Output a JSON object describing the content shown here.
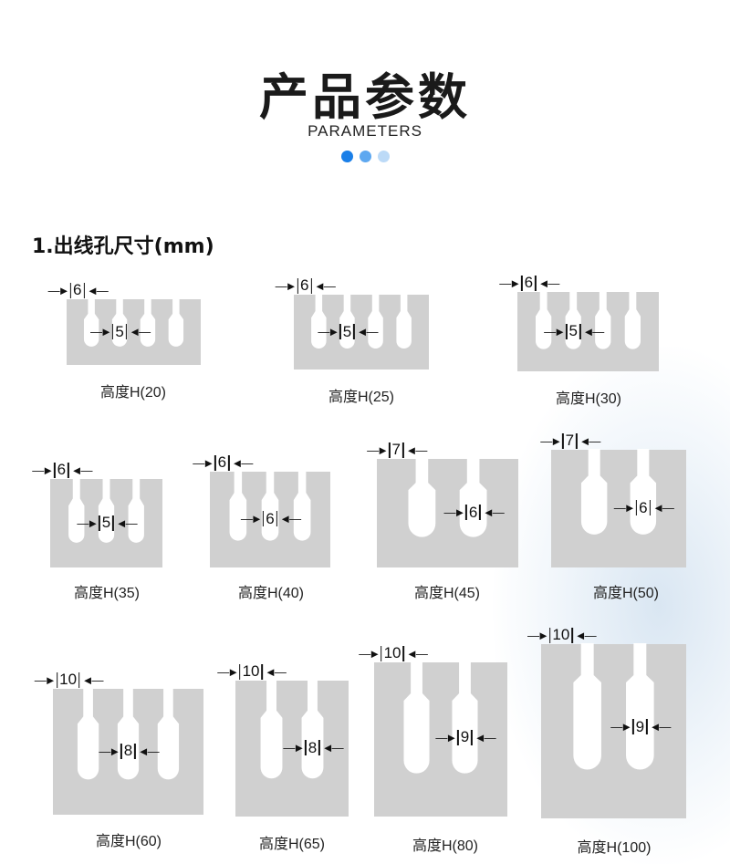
{
  "header": {
    "title": "产品参数",
    "subtitle": "PARAMETERS",
    "dot_colors": [
      "#1a7fe8",
      "#5ea8f0",
      "#bcdaf7"
    ]
  },
  "section": {
    "title": "1.出线孔尺寸(mm)"
  },
  "colors": {
    "comb": "#d0d0d0",
    "slot": "#ffffff"
  },
  "items": [
    {
      "label": "高度H(20)",
      "top_dim": "6",
      "slot_dim": "5",
      "teeth": 5
    },
    {
      "label": "高度H(25)",
      "top_dim": "6",
      "slot_dim": "5",
      "teeth": 5
    },
    {
      "label": "高度H(30)",
      "top_dim": "6",
      "slot_dim": "5",
      "teeth": 5
    },
    {
      "label": "高度H(35)",
      "top_dim": "6",
      "slot_dim": "5",
      "teeth": 4
    },
    {
      "label": "高度H(40)",
      "top_dim": "6",
      "slot_dim": "6",
      "teeth": 4
    },
    {
      "label": "高度H(45)",
      "top_dim": "7",
      "slot_dim": "6",
      "teeth": 3
    },
    {
      "label": "高度H(50)",
      "top_dim": "7",
      "slot_dim": "6",
      "teeth": 3
    },
    {
      "label": "高度H(60)",
      "top_dim": "10",
      "slot_dim": "8",
      "teeth": 4
    },
    {
      "label": "高度H(65)",
      "top_dim": "10",
      "slot_dim": "8",
      "teeth": 3
    },
    {
      "label": "高度H(80)",
      "top_dim": "10",
      "slot_dim": "9",
      "teeth": 3
    },
    {
      "label": "高度H(100)",
      "top_dim": "10",
      "slot_dim": "9",
      "teeth": 3
    }
  ]
}
